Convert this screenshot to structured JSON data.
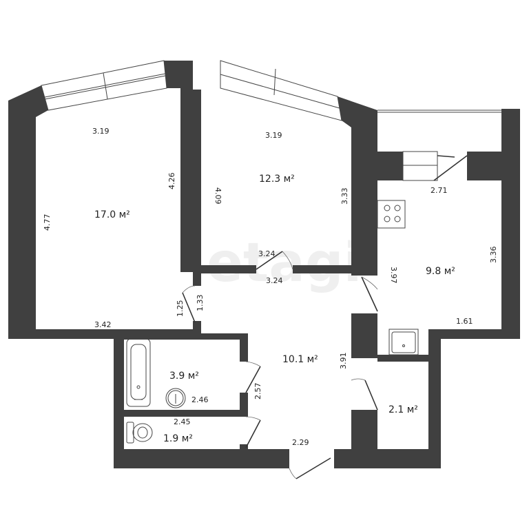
{
  "watermark": "etagi",
  "rooms": [
    {
      "name": "room-left",
      "area": "17.0 м²"
    },
    {
      "name": "room-middle",
      "area": "12.3 м²"
    },
    {
      "name": "kitchen",
      "area": "9.8 м²"
    },
    {
      "name": "hallway",
      "area": "10.1 м²"
    },
    {
      "name": "bathroom",
      "area": "3.9 м²"
    },
    {
      "name": "toilet",
      "area": "1.9 м²"
    },
    {
      "name": "storage",
      "area": "2.1 м²"
    }
  ],
  "dimensions": {
    "left_top": "3.19",
    "left_side": "4.77",
    "left_right": "4.26",
    "left_bottom": "3.42",
    "mid_top": "3.19",
    "mid_left": "4.09",
    "mid_right": "3.33",
    "mid_bottom": "3.24",
    "kitchen_top": "2.71",
    "kitchen_left": "3.97",
    "kitchen_right": "3.36",
    "kitchen_bottom": "1.61",
    "hall_top": "3.24",
    "hall_door_left": "1.25",
    "hall_left": "1.33",
    "hall_right": "3.91",
    "hall_bath": "2.57",
    "hall_bottom": "2.29",
    "bath_width": "2.46",
    "toilet_width": "2.45"
  }
}
